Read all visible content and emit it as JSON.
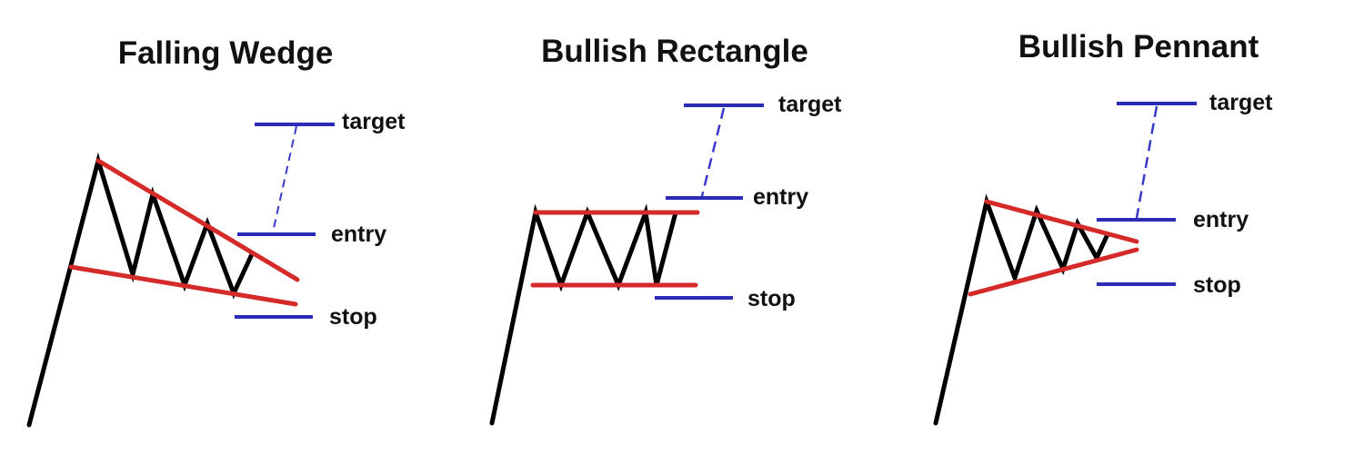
{
  "colors": {
    "price_line": "#000000",
    "boundary_line": "#d42a2a",
    "level_line": "#2b2bb8",
    "connector_line": "#3a3ac8",
    "text": "#111111",
    "background": "#ffffff"
  },
  "patterns": [
    {
      "title": "Falling Wedge",
      "labels": {
        "target": "target",
        "entry": "entry",
        "stop": "stop"
      }
    },
    {
      "title": "Bullish Rectangle",
      "labels": {
        "target": "target",
        "entry": "entry",
        "stop": "stop"
      }
    },
    {
      "title": "Bullish Pennant",
      "labels": {
        "target": "target",
        "entry": "entry",
        "stop": "stop"
      }
    }
  ]
}
